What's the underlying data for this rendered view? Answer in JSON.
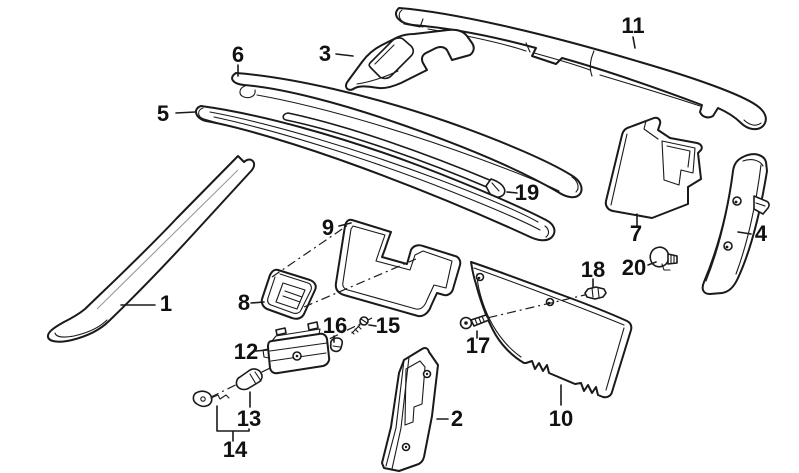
{
  "diagram": {
    "background_color": "#ffffff",
    "line_color": "#1a1a1a",
    "callouts": [
      {
        "number": "1"
      },
      {
        "number": "2"
      },
      {
        "number": "3"
      },
      {
        "number": "4"
      },
      {
        "number": "5"
      },
      {
        "number": "6"
      },
      {
        "number": "7"
      },
      {
        "number": "8"
      },
      {
        "number": "9"
      },
      {
        "number": "10"
      },
      {
        "number": "11"
      },
      {
        "number": "12"
      },
      {
        "number": "13"
      },
      {
        "number": "14"
      },
      {
        "number": "15"
      },
      {
        "number": "16"
      },
      {
        "number": "17"
      },
      {
        "number": "18"
      },
      {
        "number": "19"
      },
      {
        "number": "20"
      }
    ]
  }
}
